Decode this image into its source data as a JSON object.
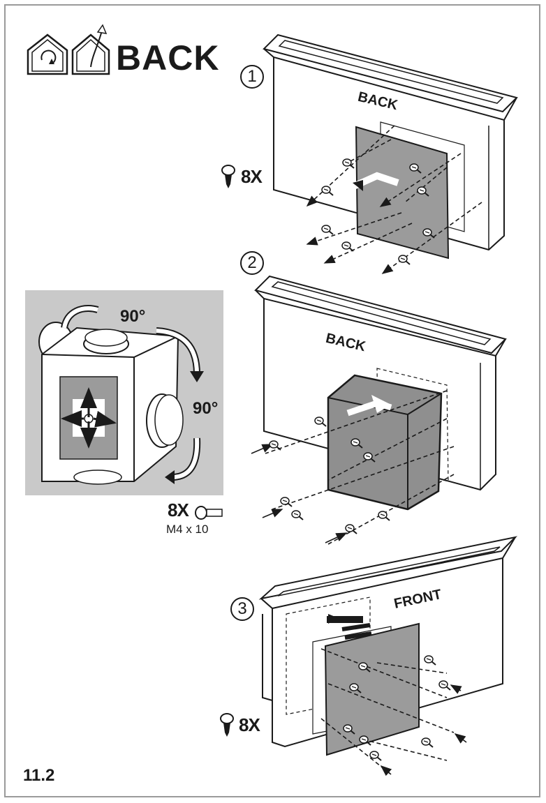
{
  "header": {
    "title": "BACK"
  },
  "steps": [
    "1",
    "2",
    "3"
  ],
  "screw_counts": {
    "step1": "8X",
    "step3": "8X",
    "adapter": "8X"
  },
  "screw_spec": "M4 x 10",
  "rotation": {
    "first": "90°",
    "second": "90°"
  },
  "panel_labels": {
    "step1": "BACK",
    "step2": "BACK",
    "step3": "FRONT"
  },
  "figure_number": "11.2",
  "icons": [
    "house-rotate-icon",
    "house-arrow-icon",
    "screw-icon",
    "bolt-icon",
    "rotate-arrow-icon"
  ]
}
